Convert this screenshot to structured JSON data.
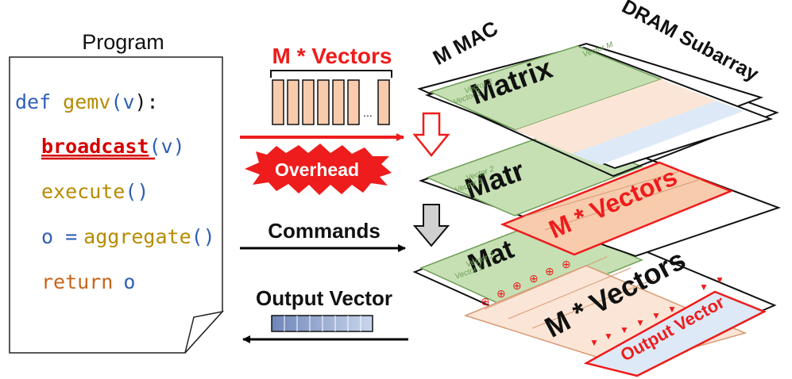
{
  "program": {
    "title": "Program",
    "code": {
      "kw_def": "def",
      "fn_name": "gemv",
      "open_paren_1": "(",
      "param_v_1": "v",
      "close_paren_colon": "):",
      "broadcast": "broadcast",
      "open_paren_2": "(",
      "param_v_2": "v",
      "close_paren_2": ")",
      "execute": "execute",
      "execute_parens": "()",
      "o_assign": "o =",
      "aggregate": "aggregate",
      "aggregate_parens": "()",
      "kw_return": "return",
      "ret_o": "o"
    }
  },
  "flow": {
    "m_vectors_title": "M * Vectors",
    "ellipsis": "...",
    "overhead": "Overhead",
    "commands": "Commands",
    "output_vector": "Output Vector"
  },
  "stack": {
    "m_mac": "M MAC",
    "dram_subarray": "DRAM Subarray",
    "matrix": "Matrix",
    "matrix_cut_2": "Matr",
    "matrix_cut_3": "Mat",
    "vector_1": "Vector 1",
    "vector_2": "Vector 2",
    "vector_m": "Vector M",
    "m_vectors": "M * Vectors",
    "output_vector": "Output Vector"
  },
  "colors": {
    "red": "#ee1c1c",
    "dark_red": "#d40000",
    "blue_code": "#2f5fb6",
    "gold_code": "#b58b00",
    "orange_code": "#c8651a",
    "green_fill": "#c6e0b4",
    "green_stroke": "#6f9e57",
    "orange_fill": "#f8cbad",
    "orange_light": "#fbe5d6",
    "blue_light": "#dde9f6",
    "gray_arrow": "#d0d0d0",
    "output_blue": "#9eb3d6"
  }
}
